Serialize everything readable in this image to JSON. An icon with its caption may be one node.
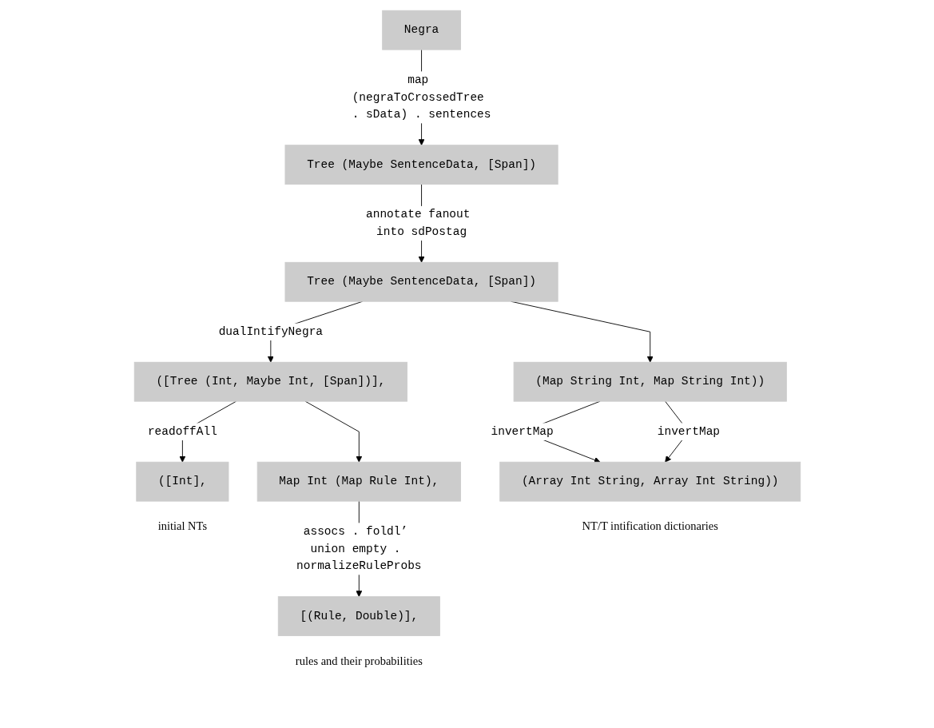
{
  "diagram": {
    "nodes": [
      {
        "text": [
          "Negra"
        ]
      },
      {
        "text": [
          "Tree (Maybe SentenceData, [Span])"
        ]
      },
      {
        "text": [
          "Tree (Maybe SentenceData, [Span])"
        ]
      },
      {
        "text": [
          "([Tree (Int, Maybe Int, [Span])],"
        ]
      },
      {
        "text": [
          "(Map String Int, Map String Int))"
        ]
      },
      {
        "text": [
          "Map Int (Map Rule Int),"
        ]
      },
      {
        "text": [
          "([Int],"
        ],
        "beside": [
          "initial NTs"
        ]
      },
      {
        "text": [
          "[(Rule, Double)],"
        ],
        "beside": [
          "rules and their probabilities"
        ]
      },
      {
        "text": [
          "(Array Int String, Array Int String))"
        ],
        "beside": [
          "NT/T intification dictionaries"
        ]
      }
    ],
    "edges": [
      {
        "from": 0,
        "to": 1,
        "arrow": "to",
        "label": "map (negraToCrossedTree . sData) . sentences"
      },
      {
        "from": 1,
        "to": 2,
        "arrow": "to",
        "label": "annotate fanout into sdPostag"
      },
      {
        "from": 2,
        "to": 3,
        "arrow": "to",
        "label": "dualIntifyNegra"
      },
      {
        "from": 2,
        "to": 4,
        "arrow": "to"
      },
      {
        "from": 3,
        "to": 6,
        "arrow": "to",
        "label": "readoffAll"
      },
      {
        "from": 3,
        "to": 5,
        "arrow": "to"
      },
      {
        "from": 5,
        "to": 7,
        "arrow": "to",
        "label": "assocs . foldl’ union empty . normalizeRuleProbs"
      },
      {
        "from": 4,
        "to": 8,
        "arrow": "to",
        "label": "invertMap"
      },
      {
        "from": 4,
        "to": 8,
        "arrow": "to",
        "label": "invertMap"
      }
    ]
  }
}
